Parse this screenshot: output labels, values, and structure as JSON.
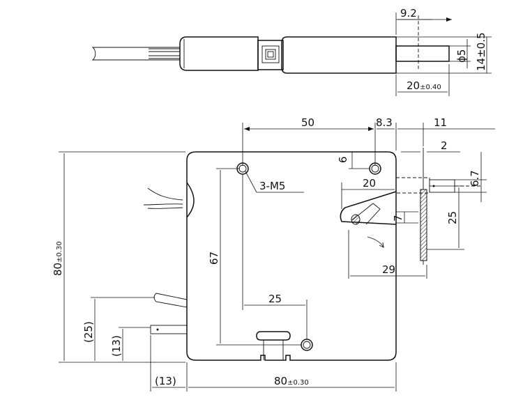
{
  "labels": {
    "top_dim_92": "9.2",
    "top_dim_phi5": "ϕ5",
    "top_dim_14": "14±0.5",
    "top_dim_20_num": "20",
    "top_dim_20_tol": "±0.40",
    "dim_50": "50",
    "dim_83": "8.3",
    "dim_11": "11",
    "dim_2": "2",
    "dim_6": "6",
    "dim_67_small": "6.7",
    "dim_20": "20",
    "dim_25_right": "25",
    "dim_7": "7",
    "dim_29": "29",
    "note_m5": "3-M5",
    "dim_67": "67",
    "dim_25_mid": "25",
    "dim_80_left_num": "80",
    "dim_80_left_tol": "±0.30",
    "dim_25_paren": "(25)",
    "dim_13_paren_v": "(13)",
    "dim_13_paren_h": "(13)",
    "dim_80_bottom_num": "80",
    "dim_80_bottom_tol": "±0.30"
  }
}
